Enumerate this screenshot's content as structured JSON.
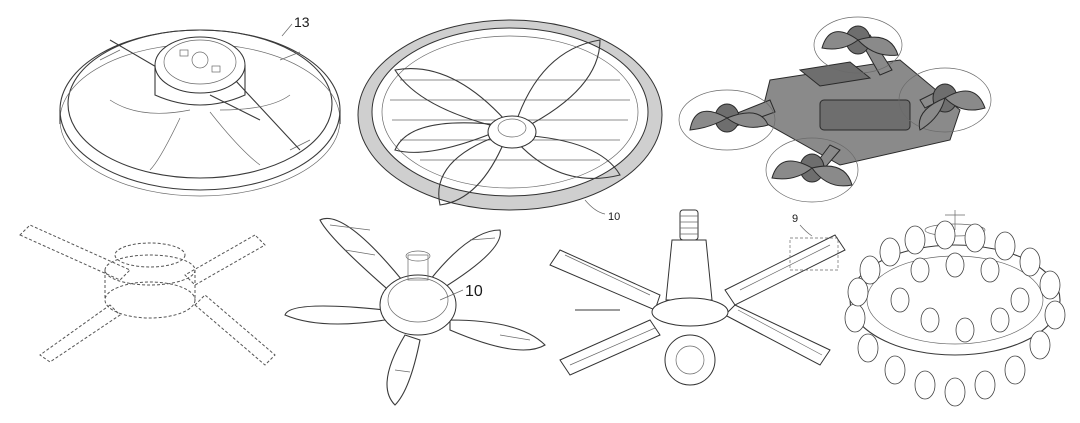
{
  "figures": [
    {
      "id": "ring-fan-top",
      "reference": "13"
    },
    {
      "id": "bladeless-ring-fan",
      "reference": "10"
    },
    {
      "id": "drone-quad-fan"
    },
    {
      "id": "four-blade-ceiling-fan"
    },
    {
      "id": "five-blade-ceiling-fan",
      "reference": "10"
    },
    {
      "id": "bulb-socket-fan-light",
      "reference": "9"
    },
    {
      "id": "petal-chandelier"
    }
  ]
}
